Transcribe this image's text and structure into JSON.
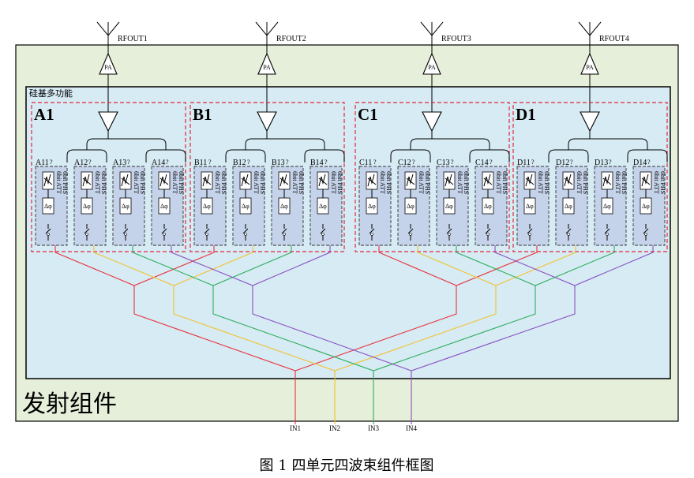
{
  "outputs": [
    "RFOUT1",
    "RFOUT2",
    "RFOUT3",
    "RFOUT4"
  ],
  "pa_label": "PA",
  "chip_title": "硅基多功能",
  "module_label": "发射组件",
  "caption": "图 1 四单元四波束组件框图",
  "groups": [
    {
      "name": "A1",
      "channels": [
        "A11",
        "A12",
        "A13",
        "A14"
      ]
    },
    {
      "name": "B1",
      "channels": [
        "B11",
        "B12",
        "B13",
        "B14"
      ]
    },
    {
      "name": "C1",
      "channels": [
        "C11",
        "C12",
        "C13",
        "C14"
      ]
    },
    {
      "name": "D1",
      "channels": [
        "D11",
        "D12",
        "D13",
        "D14"
      ]
    }
  ],
  "channel_text": {
    "att": "6bit ATT",
    "phs": "6bit PHS"
  },
  "inputs": [
    {
      "name": "IN1",
      "color": "#e8323c"
    },
    {
      "name": "IN2",
      "color": "#f2c230"
    },
    {
      "name": "IN3",
      "color": "#2eae5c"
    },
    {
      "name": "IN4",
      "color": "#8a4fc0"
    }
  ]
}
